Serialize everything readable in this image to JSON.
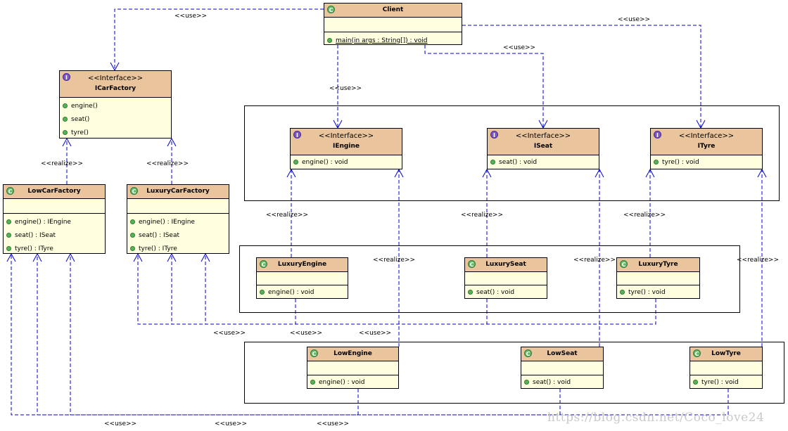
{
  "classes": {
    "client": {
      "name": "Client",
      "stereotype": "",
      "kind": "class",
      "ops": [
        "main(in args : String[]) : void"
      ]
    },
    "icarfactory": {
      "name": "ICarFactory",
      "stereotype": "<<Interface>>",
      "kind": "interface",
      "ops": [
        "engine()",
        "seat()",
        "tyre()"
      ]
    },
    "lowcarfactory": {
      "name": "LowCarFactory",
      "stereotype": "",
      "kind": "class",
      "ops": [
        "engine() : IEngine",
        "seat() : ISeat",
        "tyre() : ITyre"
      ]
    },
    "luxurycarfactory": {
      "name": "LuxuryCarFactory",
      "stereotype": "",
      "kind": "class",
      "ops": [
        "engine() : IEngine",
        "seat() : ISeat",
        "tyre() : ITyre"
      ]
    },
    "iengine": {
      "name": "IEngine",
      "stereotype": "<<Interface>>",
      "kind": "interface",
      "ops": [
        "engine() : void"
      ]
    },
    "iseat": {
      "name": "ISeat",
      "stereotype": "<<Interface>>",
      "kind": "interface",
      "ops": [
        "seat() : void"
      ]
    },
    "ityre": {
      "name": "ITyre",
      "stereotype": "<<Interface>>",
      "kind": "interface",
      "ops": [
        "tyre() : void"
      ]
    },
    "luxuryengine": {
      "name": "LuxuryEngine",
      "stereotype": "",
      "kind": "class",
      "ops": [
        "engine() : void"
      ]
    },
    "luxuryseat": {
      "name": "LuxurySeat",
      "stereotype": "",
      "kind": "class",
      "ops": [
        "seat() : void"
      ]
    },
    "luxurytyre": {
      "name": "LuxuryTyre",
      "stereotype": "",
      "kind": "class",
      "ops": [
        "tyre() : void"
      ]
    },
    "lowengine": {
      "name": "LowEngine",
      "stereotype": "",
      "kind": "class",
      "ops": [
        "engine() : void"
      ]
    },
    "lowseat": {
      "name": "LowSeat",
      "stereotype": "",
      "kind": "class",
      "ops": [
        "seat() : void"
      ]
    },
    "lowtyre": {
      "name": "LowTyre",
      "stereotype": "",
      "kind": "class",
      "ops": [
        "tyre() : void"
      ]
    }
  },
  "labels": {
    "use": "<<use>>",
    "realize": "<<realize>>"
  },
  "watermark": "https://blog.csdn.net/Coco_love24",
  "colors": {
    "header": "#e9c49d",
    "body": "#ffffe0",
    "connector": "#0000cc"
  }
}
